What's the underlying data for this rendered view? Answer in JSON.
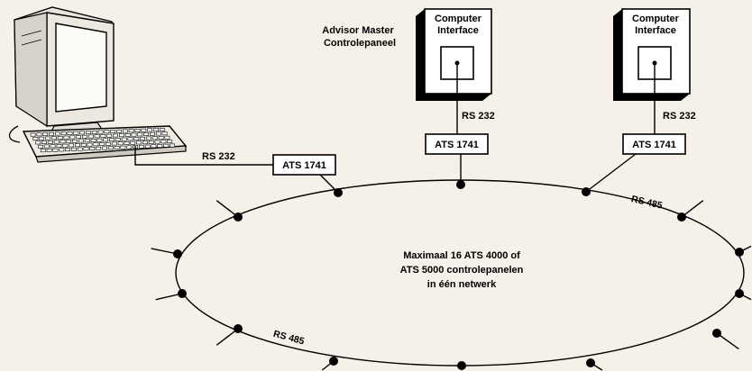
{
  "panel_title": [
    "Advisor Master",
    "Controlepaneel"
  ],
  "interfaces": [
    {
      "title": [
        "Computer",
        "Interface"
      ],
      "link_label": "RS 232",
      "converter_label": "ATS 1741"
    },
    {
      "title": [
        "Computer",
        "Interface"
      ],
      "link_label": "RS 232",
      "converter_label": "ATS 1741"
    }
  ],
  "pc_link": {
    "link_label": "RS 232",
    "converter_label": "ATS 1741"
  },
  "network_bus_labels": [
    "RS 485",
    "RS 485"
  ],
  "network_caption": [
    "Maximaal 16 ATS 4000 of",
    "ATS 5000 controlepanelen",
    "in één netwerk"
  ],
  "colors": {
    "background": "#f6f1e8",
    "stroke": "#000000",
    "fill": "#ffffff"
  }
}
